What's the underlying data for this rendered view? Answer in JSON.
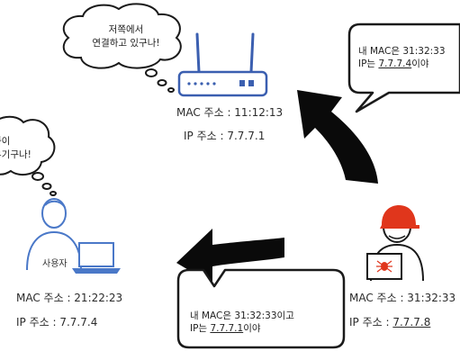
{
  "router": {
    "thought_line1": "저쪽에서",
    "thought_line2": "연결하고 있구나!",
    "mac": "MAC 주소 : 11:12:13",
    "ip": "IP 주소 : 7.7.7.1"
  },
  "user": {
    "thought_line1": "쪽이",
    "thought_line2": "유기구나!",
    "role_label": "사용자",
    "mac": "MAC 주소 : 21:22:23",
    "ip": "IP 주소 : 7.7.7.4"
  },
  "attacker": {
    "mac": "MAC 주소 : 31:32:33",
    "ip_prefix": "IP 주소 : ",
    "ip_value": "7.7.7.8"
  },
  "message_to_router": {
    "line1": "내 MAC은 31:32:33",
    "line2_prefix": "IP는 ",
    "line2_value": "7.7.7.4",
    "line2_suffix": "이야"
  },
  "message_to_user": {
    "line1": "내 MAC은 31:32:33이고",
    "line2_prefix": "IP는 ",
    "line2_value": "7.7.7.1",
    "line2_suffix": "이야"
  },
  "colors": {
    "line": "#1a1a1a",
    "device_blue": "#3b5fb0",
    "person_blue": "#4a78c8",
    "attacker_helmet": "#e0361c",
    "arrow": "#0a0a0a"
  }
}
